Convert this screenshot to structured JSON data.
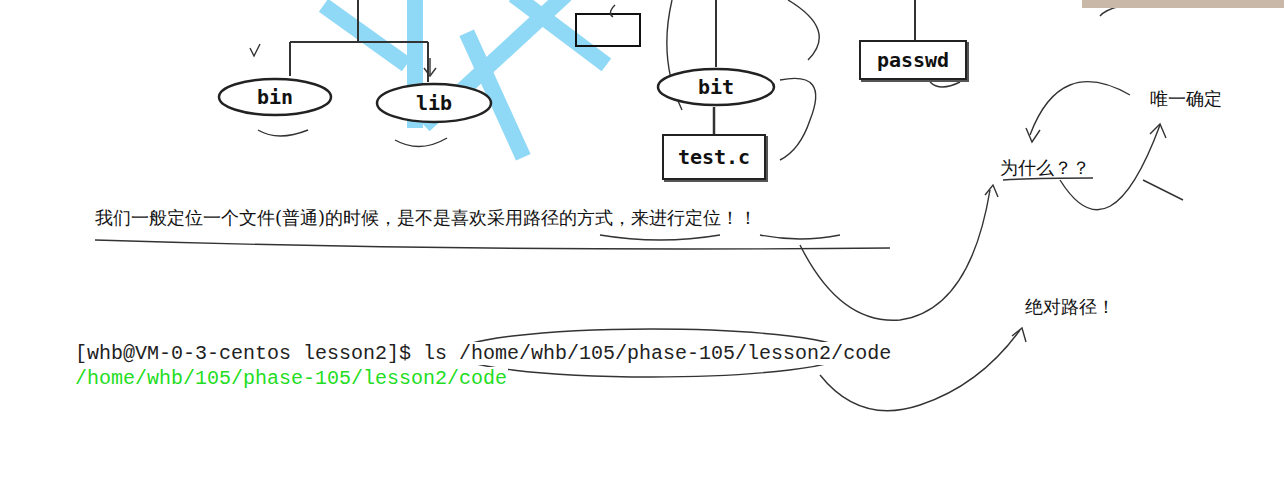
{
  "diagram": {
    "nodes": [
      {
        "text": [
          "bin"
        ]
      },
      {
        "text": [
          "lib"
        ]
      },
      {
        "text": [
          "bit"
        ]
      },
      {
        "text": [
          "test.c"
        ]
      },
      {
        "text": [
          "passwd"
        ]
      }
    ],
    "edges": [
      {
        "from": 2,
        "to": 3,
        "arrow": "none"
      }
    ],
    "labels": [
      "我们一般定位一个文件(普通)的时候，是不是喜欢采用路径的方式，来进行定位！！",
      "为什么？？",
      "唯一确定",
      "绝对路径！",
      "[whb@VM-0-3-centos lesson2]$ ls /home/whb/105/phase-105/lesson2/code",
      "/home/whb/105/phase-105/lesson2/code"
    ]
  }
}
